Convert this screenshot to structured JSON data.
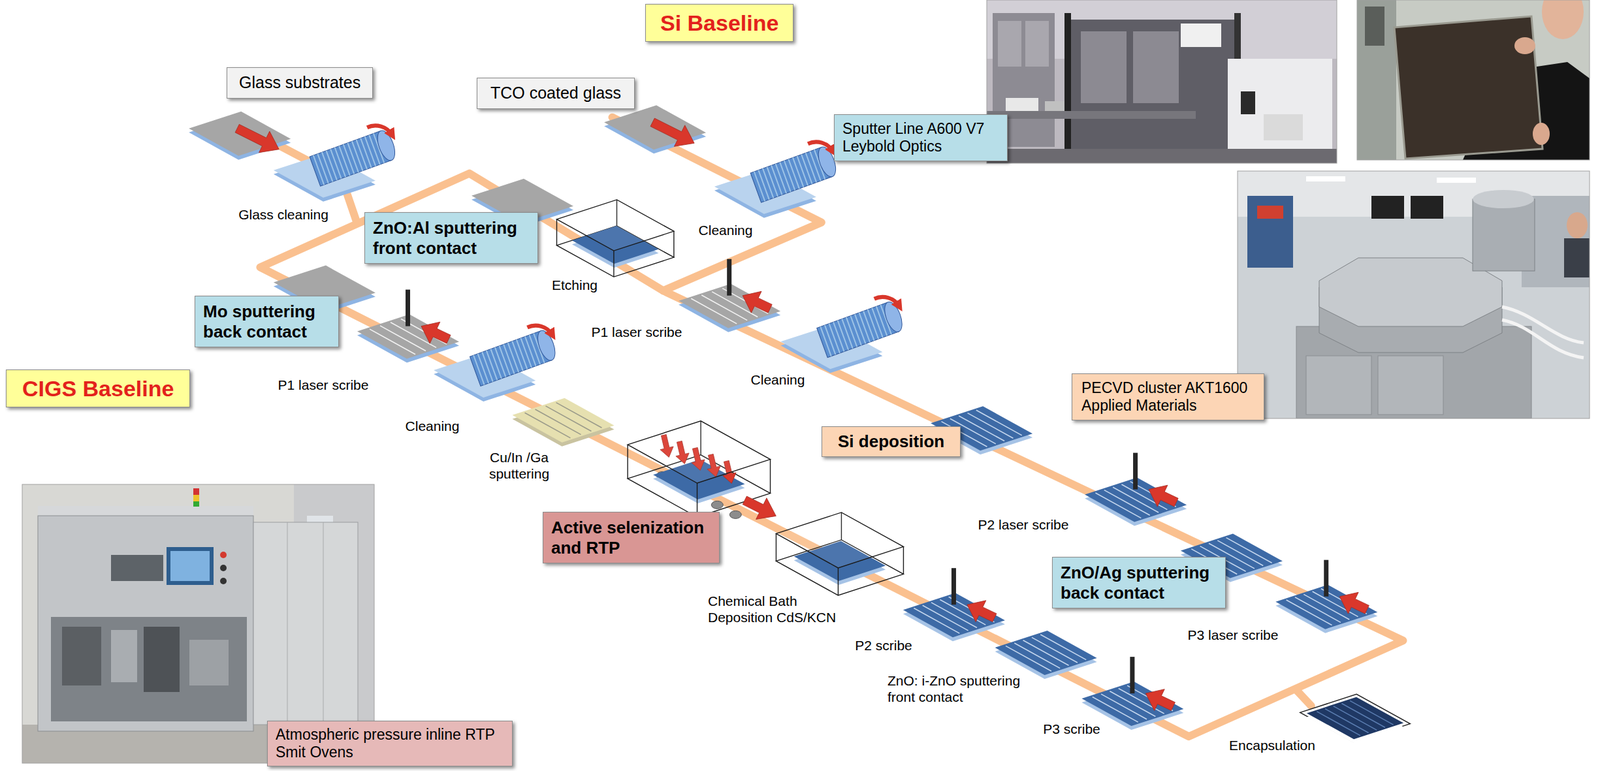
{
  "diagram": {
    "nodes": [
      {
        "text": [
          "Si Baseline"
        ]
      },
      {
        "text": [
          "Glass substrates"
        ]
      },
      {
        "text": [
          "TCO coated glass"
        ]
      },
      {
        "text": [
          "Sputter Line A600 V7 Leybold Optics"
        ]
      },
      {
        "text": [
          "ZnO:Al sputtering front contact"
        ]
      },
      {
        "text": [
          "Mo sputtering back contact"
        ]
      },
      {
        "text": [
          "CIGS Baseline"
        ]
      },
      {
        "text": [
          "PECVD cluster AKT1600 Applied Materials"
        ]
      },
      {
        "text": [
          "Si deposition"
        ]
      },
      {
        "text": [
          "Active selenization and RTP"
        ]
      },
      {
        "text": [
          "ZnO/Ag sputtering back contact"
        ]
      },
      {
        "text": [
          "Atmospheric pressure inline RTP Smit Ovens"
        ]
      }
    ],
    "labels": [
      "Glass cleaning",
      "Cleaning",
      "Etching",
      "P1 laser scribe",
      "Cleaning",
      "P1 laser scribe",
      "Cleaning",
      "Cu/In /Ga sputtering",
      "P2 laser scribe",
      "Chemical Bath Deposition CdS/KCN",
      "P2 scribe",
      "P3 laser scribe",
      "ZnO: i-ZnO sputtering front contact",
      "P3 scribe",
      "Encapsulation"
    ]
  }
}
